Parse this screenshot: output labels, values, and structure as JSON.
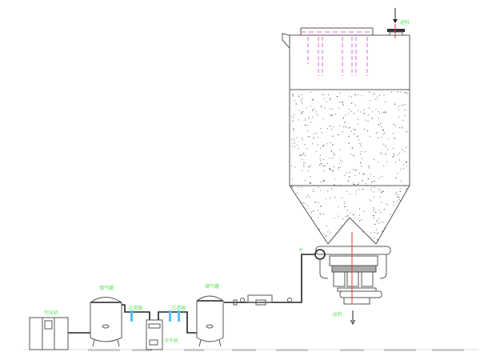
{
  "labels": {
    "feed_inlet": "进料",
    "discharge": "出料",
    "compressor": "空压机",
    "tank1": "储气罐",
    "tank2": "储气罐",
    "filter1": "过滤器",
    "filter2": "过滤器",
    "dryer": "冷干机",
    "air_line": "A"
  },
  "colors": {
    "pipe": "#222222",
    "outline": "#555555",
    "centerline": "#e53935",
    "hidden_line": "#e066e0",
    "label": "#5ee35e"
  }
}
